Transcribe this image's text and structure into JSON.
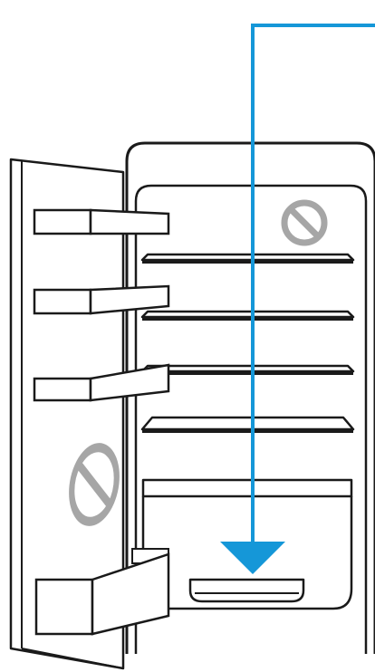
{
  "diagram": {
    "colors": {
      "outline": "#1a1a1a",
      "arrow": "#1597d8",
      "prohibited_symbol": "#a6a6a6",
      "background": "#ffffff"
    },
    "icons": {
      "placement_arrow": "arrow-down-icon",
      "not_allowed_interior": "prohibited-icon",
      "not_allowed_door": "prohibited-icon"
    },
    "shelf_count": 4,
    "door_bin_count": 4,
    "drawer_count": 1
  }
}
